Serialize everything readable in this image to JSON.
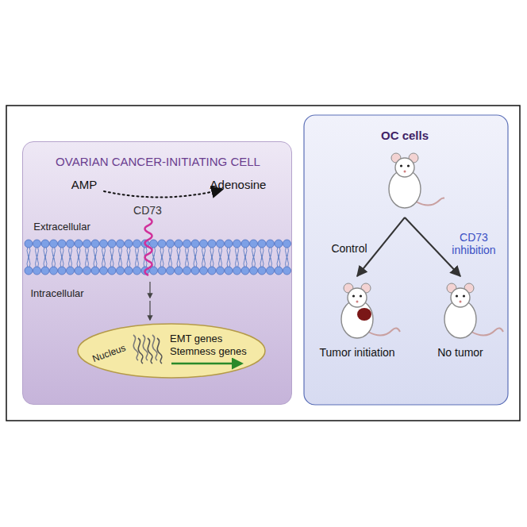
{
  "diagram": {
    "nodes": [
      {
        "text": [
          "OVARIAN CANCER-INITIATING CELL"
        ]
      },
      {
        "text": [
          "Nucleus",
          "EMT genes",
          "Stemness genes"
        ],
        "in": 0
      },
      {
        "text": [
          "OC cells"
        ]
      },
      {
        "text": [
          "Tumor initiation"
        ]
      },
      {
        "text": [
          "No tumor"
        ]
      }
    ],
    "edges": [
      {
        "from": 2,
        "to": 3,
        "label": "Control",
        "arrow": "to"
      },
      {
        "from": 2,
        "to": 4,
        "label": "CD73 inhibition",
        "arrow": "to"
      }
    ],
    "labels": [
      "AMP",
      "Adenosine",
      "CD73",
      "Extracellular",
      "Intracellular"
    ]
  }
}
